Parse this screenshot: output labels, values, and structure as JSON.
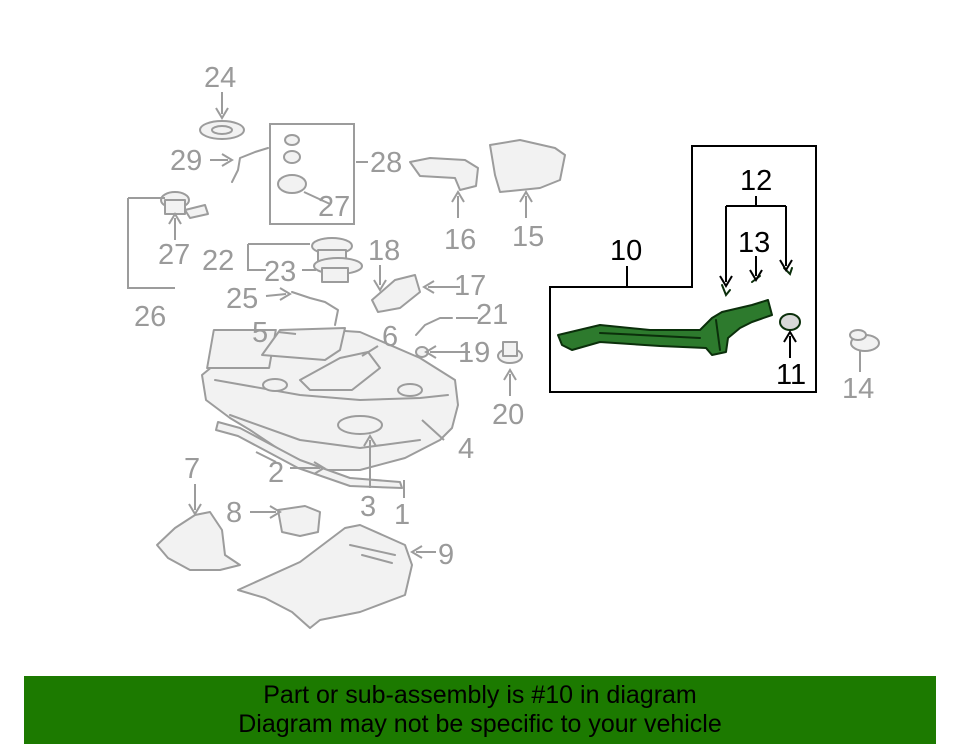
{
  "callouts": {
    "c1": "1",
    "c2": "2",
    "c3": "3",
    "c4": "4",
    "c5": "5",
    "c6": "6",
    "c7": "7",
    "c8": "8",
    "c9": "9",
    "c10": "10",
    "c11": "11",
    "c12": "12",
    "c13": "13",
    "c14": "14",
    "c15": "15",
    "c16": "16",
    "c17": "17",
    "c18": "18",
    "c19": "19",
    "c20": "20",
    "c21": "21",
    "c22": "22",
    "c23": "23",
    "c24": "24",
    "c25": "25",
    "c26": "26",
    "c27a": "27",
    "c27b": "27",
    "c28": "28",
    "c29": "29"
  },
  "banner": {
    "line1": "Part or sub-assembly is #10 in diagram",
    "line2": "Diagram may not be specific to your vehicle"
  },
  "colors": {
    "banner_bg": "#1c7a00",
    "highlight_part": "#2d7a2d",
    "part_line": "#9c9c9c"
  }
}
